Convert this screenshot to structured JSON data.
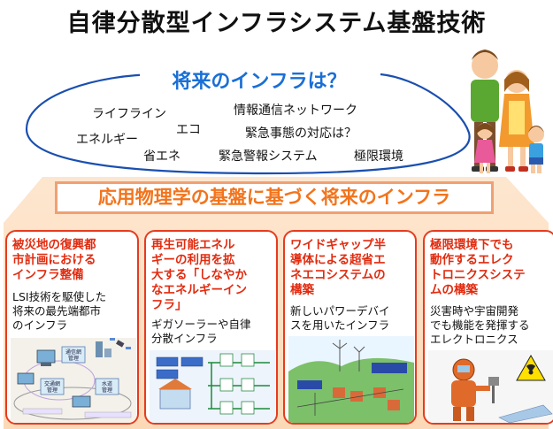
{
  "page_title": "自律分散型インフラシステム基盤技術",
  "question": "将来のインフラは？",
  "keywords": {
    "lifeline": "ライフライン",
    "ict": "情報通信ネットワーク",
    "eco": "エコ",
    "energy": "エネルギー",
    "emergency_response": "緊急事態の対応は？",
    "energy_saving": "省エネ",
    "alert_system": "緊急警報システム",
    "extreme_env": "極限環境"
  },
  "banner": "応用物理学の基盤に基づく将来のインフラ",
  "cards": [
    {
      "title_lines": [
        "被災地の復興都",
        "市計画における",
        "インフラ整備"
      ],
      "body_lines": [
        "LSI技術を駆使した",
        "将来の最先端都市",
        "のインフラ"
      ],
      "diagram_labels": [
        "通信網",
        "管理",
        "交通網",
        "管理",
        "水道",
        "管理"
      ]
    },
    {
      "title_lines": [
        "再生可能エネル",
        "ギーの利用を拡",
        "大する「しなやか",
        "なエネルギーイン",
        "フラ」"
      ],
      "body_lines": [
        "ギガソーラーや自律",
        "分散インフラ"
      ]
    },
    {
      "title_lines": [
        "ワイドギャップ半",
        "導体による超省エ",
        "ネエコシステムの",
        "構築"
      ],
      "body_lines": [
        "新しいパワーデバイ",
        "スを用いたインフラ"
      ]
    },
    {
      "title_lines": [
        "極限環境下でも",
        "動作するエレク",
        "トロニクスシステ",
        "ムの構築"
      ],
      "body_lines": [
        "災害時や宇宙開発",
        "でも機能を発揮する",
        "エレクトロニクス"
      ]
    }
  ],
  "colors": {
    "question": "#1a6fd6",
    "banner_text": "#f2741c",
    "banner_border": "#f0a074",
    "card_title": "#e12b0f",
    "card_border": "#e63b1f",
    "bubble_stroke": "#1a4fb0"
  }
}
